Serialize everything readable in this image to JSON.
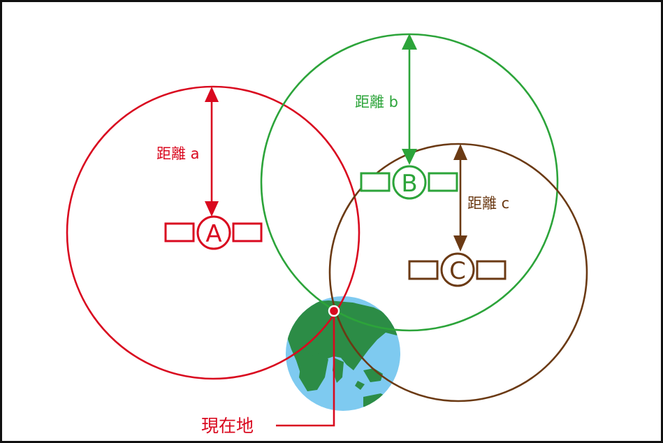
{
  "colors": {
    "frame": "#111111",
    "a": "#d9091f",
    "b": "#2ca43a",
    "c": "#6b3a14",
    "ocean": "#7ecaf0",
    "land": "#2c8c46",
    "current": "#d9091f"
  },
  "satellites": {
    "a": {
      "letter": "A",
      "distance_label": "距離 a"
    },
    "b": {
      "letter": "B",
      "distance_label": "距離 b"
    },
    "c": {
      "letter": "C",
      "distance_label": "距離 c"
    }
  },
  "current_location_label": "現在地"
}
